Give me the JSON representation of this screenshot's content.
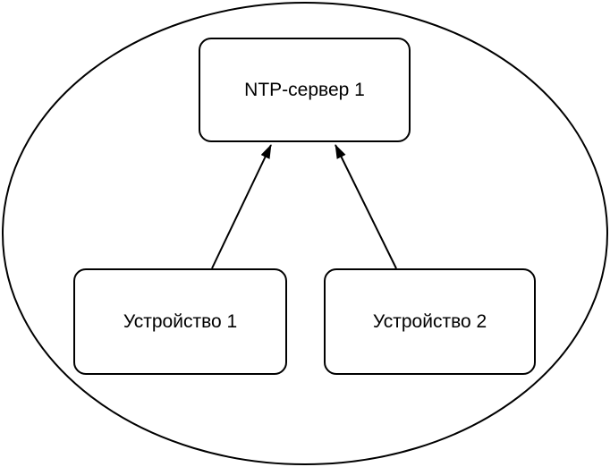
{
  "diagram": {
    "type": "network-topology",
    "background_color": "#ffffff",
    "stroke_color": "#000000",
    "node_fill_color": "#ffffff",
    "text_color": "#000000",
    "boundary": {
      "shape": "ellipse",
      "label": ""
    },
    "nodes": [
      {
        "id": "ntp-server-1",
        "label": "NTP-сервер 1",
        "shape": "rounded-rectangle"
      },
      {
        "id": "device-1",
        "label": "Устройство 1",
        "shape": "rounded-rectangle"
      },
      {
        "id": "device-2",
        "label": "Устройство 2",
        "shape": "rounded-rectangle"
      }
    ],
    "edges": [
      {
        "from": "device-1",
        "to": "ntp-server-1",
        "arrowhead": "filled-triangle"
      },
      {
        "from": "device-2",
        "to": "ntp-server-1",
        "arrowhead": "filled-triangle"
      }
    ]
  }
}
